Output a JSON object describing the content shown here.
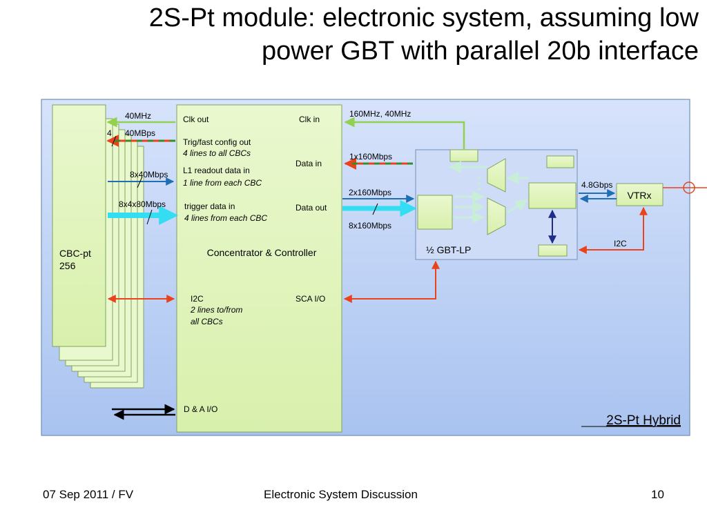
{
  "slide": {
    "title_line1": "2S-Pt module: electronic system, assuming low",
    "title_line2": "power GBT with parallel 20b interface"
  },
  "cbc": {
    "label_line1": "CBC-pt",
    "label_line2": "256"
  },
  "concentrator": {
    "clk_out": "Clk out",
    "clk_in": "Clk in",
    "trig_title": "Trig/fast config out",
    "trig_sub": "4 lines to all CBCs",
    "data_in": "Data in",
    "l1_title": "L1 readout data in",
    "l1_sub": "1 line from each CBC",
    "trigger_title": "trigger data in",
    "trigger_sub": "4 lines from each CBC",
    "data_out": "Data out",
    "name": "Concentrator & Controller",
    "i2c": "I2C",
    "i2c_sub1": "2 lines to/from",
    "i2c_sub2": "all CBCs",
    "sca": "SCA I/O",
    "dai": "D & A I/O"
  },
  "links": {
    "clk_40": "40MHz",
    "fast_4": "4",
    "fast_40mbps": "40MBps",
    "l1_rate": "8x40Mbps",
    "trig_rate": "8x4x80Mbps",
    "clk_gbt": "160MHz, 40MHz",
    "data_in_rate": "1x160Mbps",
    "data_out_rate": "2x160Mbps",
    "data_out_rate2": "8x160Mbps",
    "optical": "4.8Gbps",
    "i2c_vtrx": "I2C"
  },
  "gbt": {
    "label": "½ GBT-LP"
  },
  "vtrx": {
    "label": "VTRx"
  },
  "hybrid": {
    "label": "2S-Pt Hybrid"
  },
  "footer": {
    "left": "07 Sep 2011 / FV",
    "center": "Electronic System Discussion",
    "page": "10"
  },
  "colors": {
    "green_line": "#92d050",
    "red_line": "#e8431b",
    "blue_line": "#1f6fb5",
    "cyan_line": "#33ddf2",
    "navy_line": "#1f2d8a",
    "box_fill": "#ddf3b5",
    "box_stroke": "#7fa35a",
    "hybrid_border": "#6f8fb8"
  }
}
